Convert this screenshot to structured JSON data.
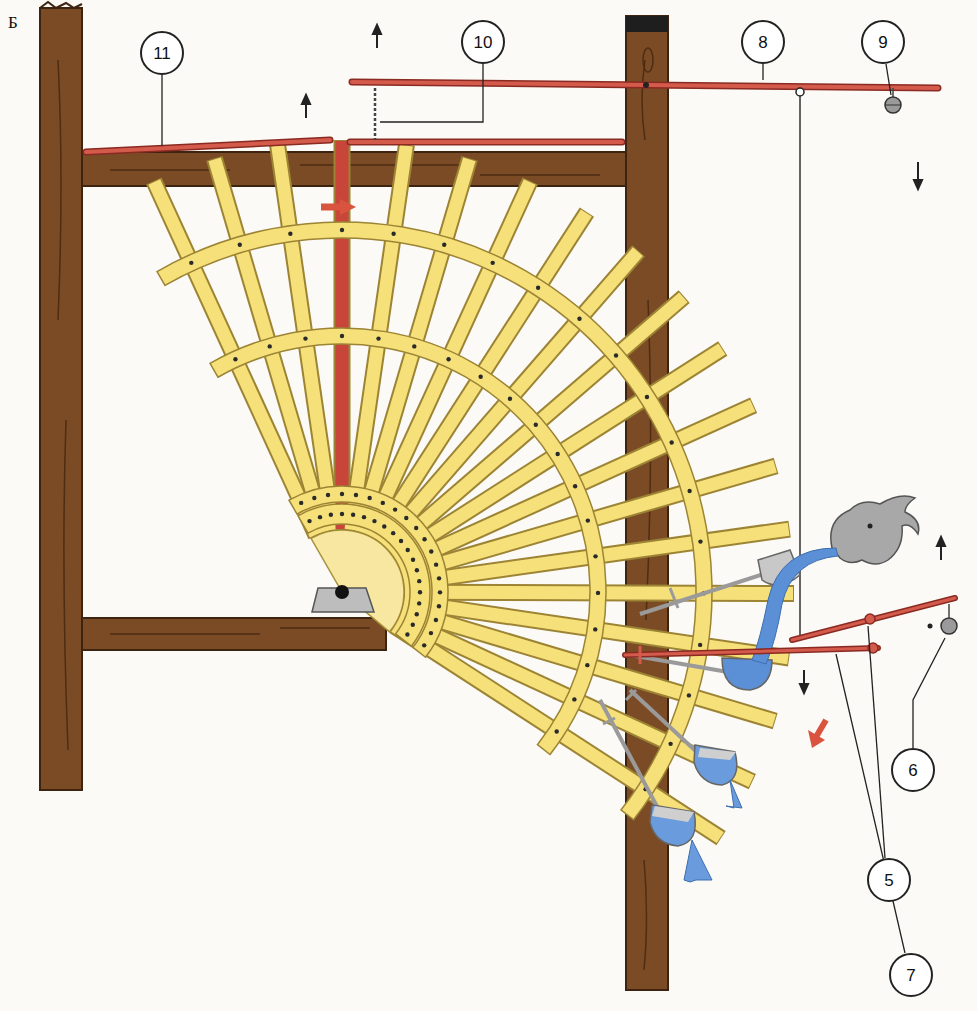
{
  "diagram": {
    "nodes": [
      {
        "text": [
          "11"
        ]
      },
      {
        "text": [
          "10"
        ]
      },
      {
        "text": [
          "8"
        ]
      },
      {
        "text": [
          "9"
        ]
      },
      {
        "text": [
          "6"
        ]
      },
      {
        "text": [
          "5"
        ]
      },
      {
        "text": [
          "7"
        ]
      }
    ],
    "labels": [
      "Б"
    ]
  }
}
